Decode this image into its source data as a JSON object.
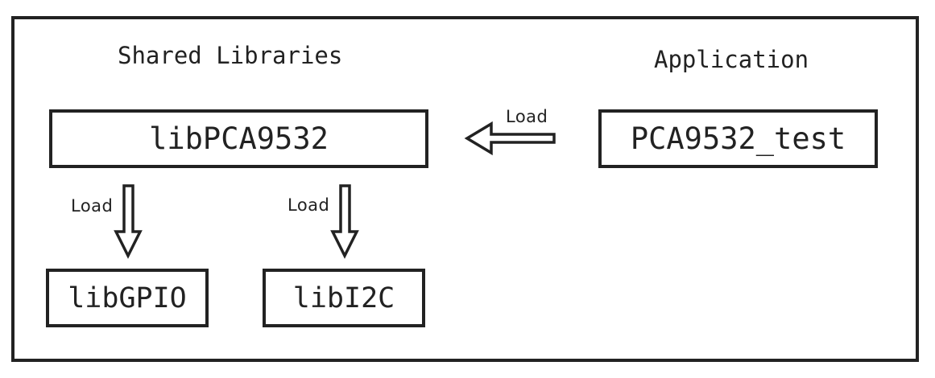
{
  "diagram": {
    "headings": {
      "shared_libraries": "Shared Libraries",
      "application": "Application"
    },
    "nodes": {
      "lib_pca9532": "libPCA9532",
      "pca9532_test": "PCA9532_test",
      "lib_gpio": "libGPIO",
      "lib_i2c": "libI2C"
    },
    "edges": [
      {
        "from": "PCA9532_test",
        "to": "libPCA9532",
        "label": "Load"
      },
      {
        "from": "libPCA9532",
        "to": "libGPIO",
        "label": "Load"
      },
      {
        "from": "libPCA9532",
        "to": "libI2C",
        "label": "Load"
      }
    ],
    "colors": {
      "stroke": "#222222",
      "background": "#ffffff"
    }
  }
}
